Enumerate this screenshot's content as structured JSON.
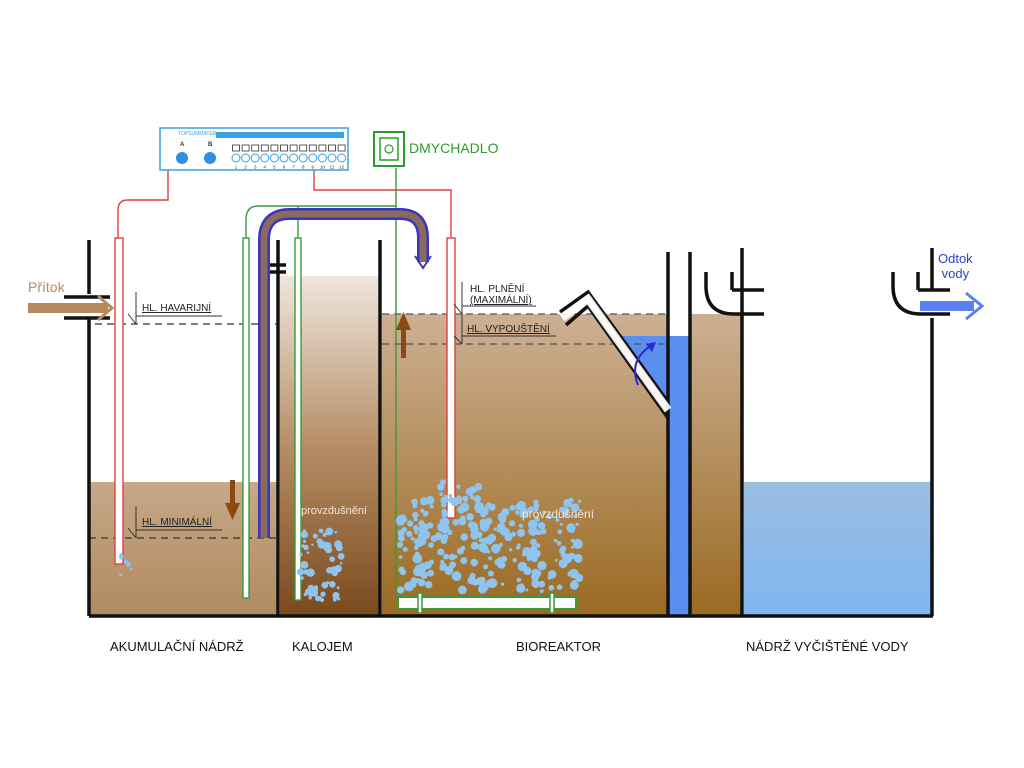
{
  "diagram": {
    "title": "Schéma čistírny odpadních vod",
    "controller": {
      "brand": "TOPSUMMATER",
      "buttons": [
        "A",
        "B"
      ],
      "channel_numbers": [
        "1",
        "2",
        "3",
        "4",
        "5",
        "6",
        "7",
        "8",
        "9",
        "10",
        "11",
        "12"
      ],
      "colors": {
        "border": "#3aa0e0",
        "button": "#2f8fe0",
        "header_bar": "#3aa0e0"
      }
    },
    "blower": {
      "label": "DMYCHADLO",
      "color": "#2e9a2e"
    },
    "inflow": {
      "label": "Přítok",
      "color": "#b68a5e"
    },
    "outflow": {
      "label_line1": "Odtok",
      "label_line2": "vody",
      "color": "#2f3fd0"
    },
    "levels": {
      "emergency": "HL. HAVARIJNÍ",
      "minimum": "HL. MINIMÁLNÍ",
      "fill_line1": "HL. PLNĚNÍ",
      "fill_line2": "(MAXIMÁLNÍ)",
      "discharge": "HL. VYPOUŠTĚNÍ"
    },
    "aeration_labels": [
      "provzdušnění",
      "provzdušnění"
    ],
    "tanks": [
      {
        "name": "AKUMULAČNÍ NÁDRŽ"
      },
      {
        "name": "KALOJEM"
      },
      {
        "name": "BIOREAKTOR"
      },
      {
        "name": "NÁDRŽ VYČIŠTĚNÉ VODY"
      }
    ],
    "colors": {
      "sludge": "#b08a60",
      "sludge_dark": "#8a5a24",
      "bioreactor": "#a9854f",
      "clean_water": "#86b7e8",
      "blue_pipe": "#5a8ff0",
      "air_line": "#3a9a3a",
      "signal_line": "#e04040",
      "pump_line": "#3636c0",
      "bubble": "#8fc4ef"
    }
  }
}
